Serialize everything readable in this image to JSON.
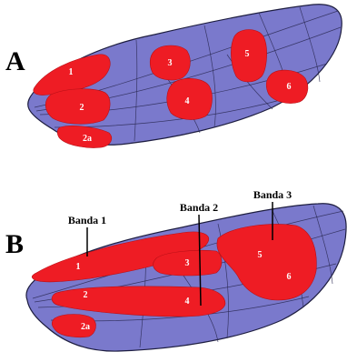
{
  "figure": {
    "panels": [
      {
        "letter": "A",
        "spots": [
          "1",
          "2",
          "2a",
          "3",
          "4",
          "5",
          "6"
        ]
      },
      {
        "letter": "B",
        "spots": [
          "1",
          "2",
          "2a",
          "3",
          "4",
          "5",
          "6"
        ],
        "bands": [
          "Banda 1",
          "Banda 2",
          "Banda 3"
        ]
      }
    ]
  },
  "colors": {
    "wing_fill": "#7a79cc",
    "wing_outline": "#1e1e40",
    "spot_fill": "#ee1c24",
    "label_text": "#ffffff",
    "background": "#ffffff"
  }
}
